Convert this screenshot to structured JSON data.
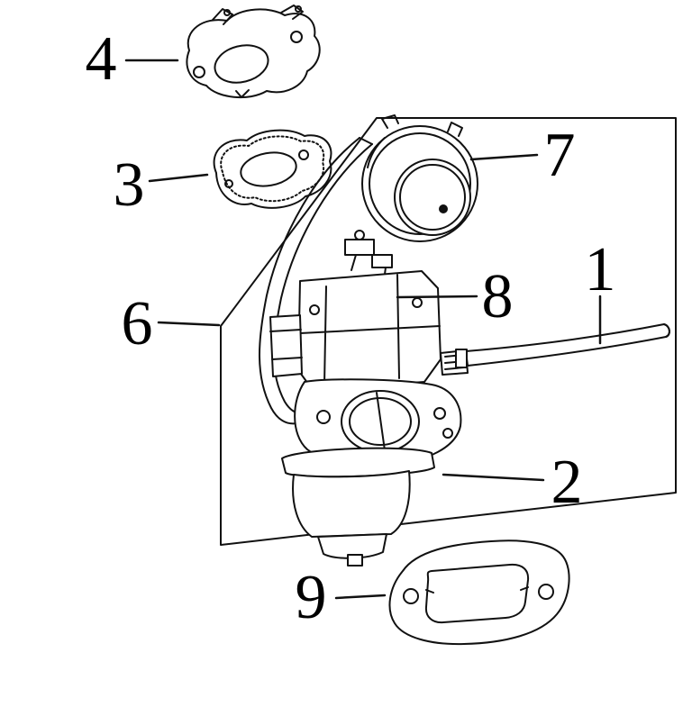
{
  "callouts": {
    "c1": {
      "label": "1"
    },
    "c2": {
      "label": "2"
    },
    "c3": {
      "label": "3"
    },
    "c4": {
      "label": "4"
    },
    "c6": {
      "label": "6"
    },
    "c7": {
      "label": "7"
    },
    "c8": {
      "label": "8"
    },
    "c9": {
      "label": "9"
    }
  }
}
